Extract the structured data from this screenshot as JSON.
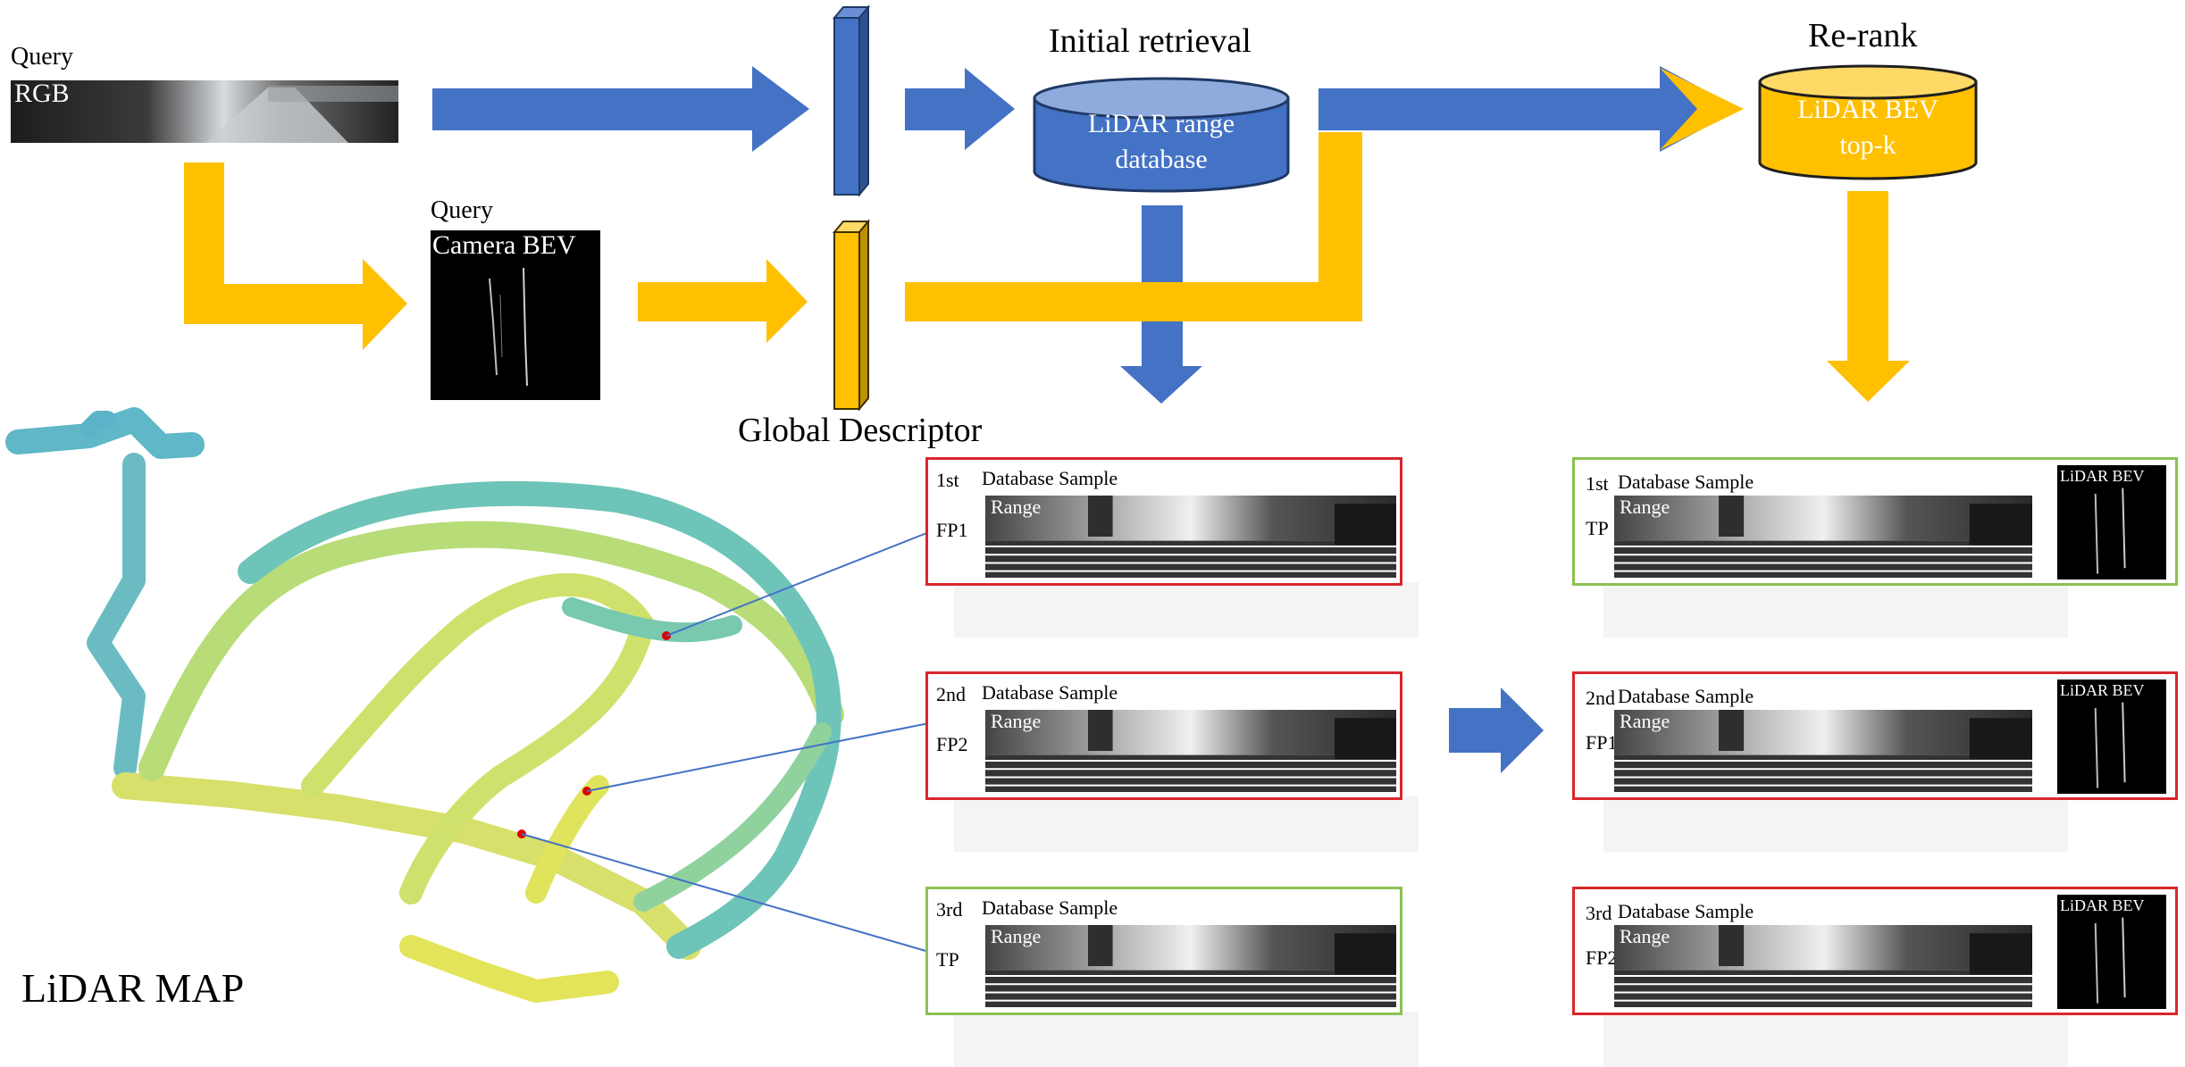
{
  "top": {
    "query_label": "Query",
    "rgb_label": "RGB",
    "query2_label": "Query",
    "camera_bev_label": "Camera BEV",
    "global_descriptor_label": "Global Descriptor",
    "initial_retrieval_label": "Initial retrieval",
    "lidar_range_db": [
      "LiDAR range",
      "database"
    ],
    "rerank_label": "Re-rank",
    "lidar_bev_topk": [
      "LiDAR BEV",
      "top-k"
    ]
  },
  "map": {
    "label": "LiDAR MAP"
  },
  "left_results": [
    {
      "rank": "1st",
      "title": "Database Sample",
      "img_label": "Range",
      "tag": "FP1",
      "status": "wrong"
    },
    {
      "rank": "2nd",
      "title": "Database Sample",
      "img_label": "Range",
      "tag": "FP2",
      "status": "wrong"
    },
    {
      "rank": "3rd",
      "title": "Database Sample",
      "img_label": "Range",
      "tag": "TP",
      "status": "correct"
    }
  ],
  "right_results": [
    {
      "rank": "1st",
      "title": "Database Sample",
      "img_label": "Range",
      "tag": "TP",
      "bev_label": "LiDAR BEV",
      "status": "correct"
    },
    {
      "rank": "2nd",
      "title": "Database Sample",
      "img_label": "Range",
      "tag": "FP1",
      "bev_label": "LiDAR BEV",
      "status": "wrong"
    },
    {
      "rank": "3rd",
      "title": "Database Sample",
      "img_label": "Range",
      "tag": "FP2",
      "bev_label": "LiDAR BEV",
      "status": "wrong"
    }
  ],
  "colors": {
    "blue": "#4472c4",
    "blue_dark": "#2f528f",
    "yellow": "#ffc000",
    "yellow_dark": "#bf9000",
    "wrong": "#d9262c",
    "correct": "#8cc152"
  }
}
